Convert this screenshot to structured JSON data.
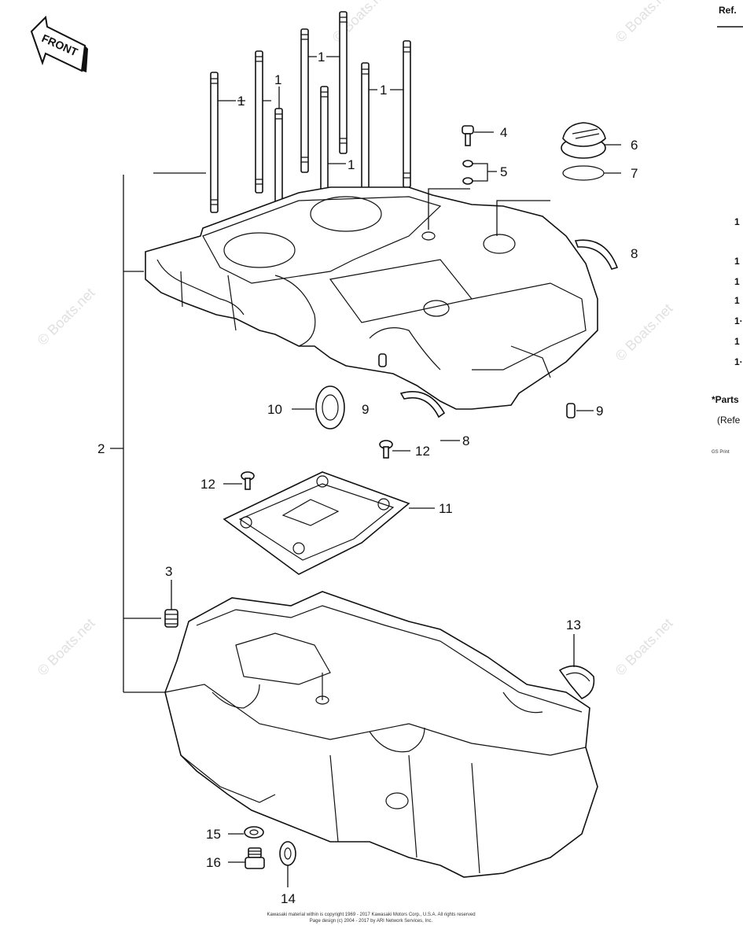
{
  "front_label": "FRONT",
  "watermark": "© Boats.net",
  "callouts": {
    "c1": "1",
    "c2": "2",
    "c3": "3",
    "c4": "4",
    "c5": "5",
    "c6": "6",
    "c7": "7",
    "c8": "8",
    "c9": "9",
    "c10": "10",
    "c11": "11",
    "c12": "12",
    "c13": "13",
    "c14": "14",
    "c15": "15",
    "c16": "16"
  },
  "side_panel": {
    "header": "Ref.",
    "rows": [
      "1",
      "1",
      "1",
      "1",
      "1·",
      "1",
      "1·"
    ],
    "note1": "*Parts",
    "note2": "(Refe",
    "note3": "GS Print"
  },
  "footer": {
    "line1": "Kawasaki material within is copyright 1969 - 2017 Kawasaki Motors Corp., U.S.A. All rights reserved",
    "line2": "Page design (c) 2004 - 2017 by ARI Network Services, Inc."
  }
}
